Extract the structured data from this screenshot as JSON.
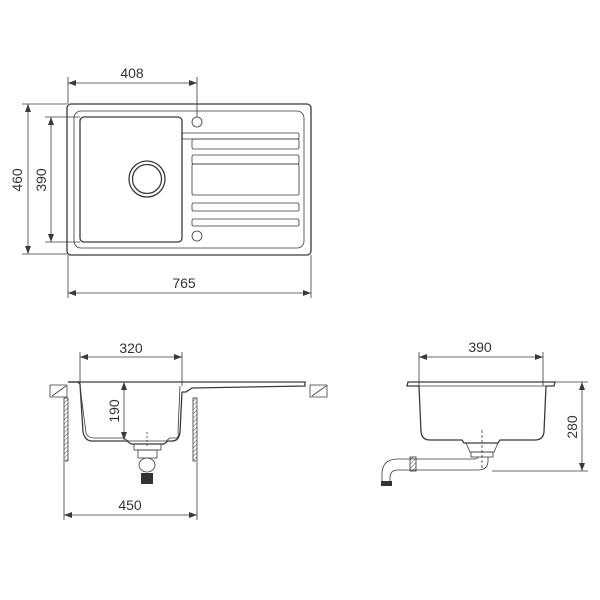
{
  "top_view": {
    "dims": {
      "bowl_position": "408",
      "overall_depth": "460",
      "bowl_depth": "390",
      "overall_width": "765"
    }
  },
  "front_section": {
    "dims": {
      "bowl_width": "320",
      "bowl_height": "190",
      "cabinet_width": "450"
    }
  },
  "side_section": {
    "dims": {
      "bowl_length": "390",
      "installation_height": "280"
    }
  },
  "colors": {
    "line": "#3a3a3a",
    "background": "#ffffff"
  }
}
